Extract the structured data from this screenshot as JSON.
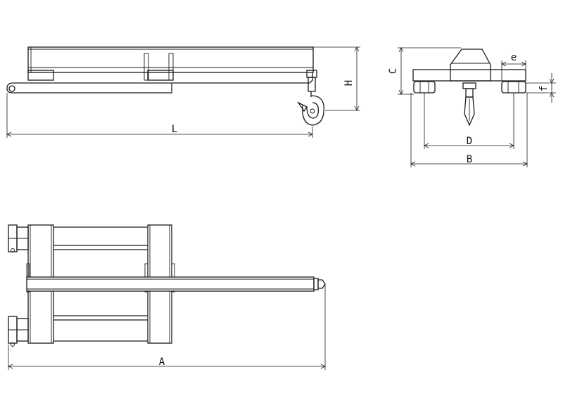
{
  "drawing": {
    "colors": {
      "line": "#1a1a1a",
      "background": "#ffffff"
    },
    "side_view": {
      "dimensions": {
        "length": "L",
        "height": "H"
      }
    },
    "end_view": {
      "dimensions": {
        "c": "C",
        "e": "e",
        "f": "f",
        "d": "D",
        "b": "B"
      }
    },
    "top_view": {
      "dimensions": {
        "overall": "A"
      }
    }
  }
}
